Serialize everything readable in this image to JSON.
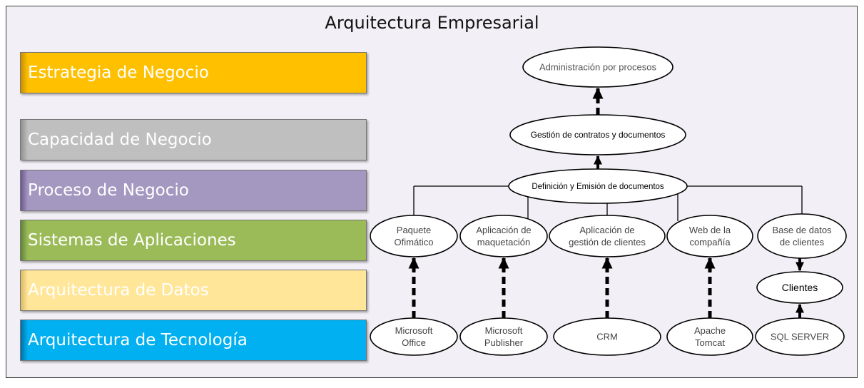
{
  "title": "Arquitectura Empresarial",
  "layers": [
    "Estrategia de Negocio",
    "Capacidad de Negocio",
    "Proceso de Negocio",
    "Sistemas de Aplicaciones",
    "Arquitectura de Datos",
    "Arquitectura de Tecnología"
  ],
  "nodes": {
    "admin": "Administración por procesos",
    "gestion": "Gestión de contratos y documentos",
    "definicion": "Definición y Emisión de documentos",
    "paquete": "Paquete|Ofimático",
    "maquetacion": "Aplicación de|maquetación",
    "gestion_clientes": "Aplicación de|gestión de clientes",
    "web": "Web de la|compañía",
    "base_datos": "Base de datos|de clientes",
    "clientes": "Clientes",
    "office": "Microsoft|Office",
    "publisher": "Microsoft|Publisher",
    "crm": "CRM",
    "tomcat": "Apache|Tomcat",
    "sql": "SQL SERVER"
  },
  "colors": {
    "estrategia": "#ffc000",
    "capacidad": "#bfbfbf",
    "proceso": "#a497c0",
    "sistemas": "#9bbb59",
    "datos": "#ffe699",
    "tecnologia": "#00b0f0"
  }
}
